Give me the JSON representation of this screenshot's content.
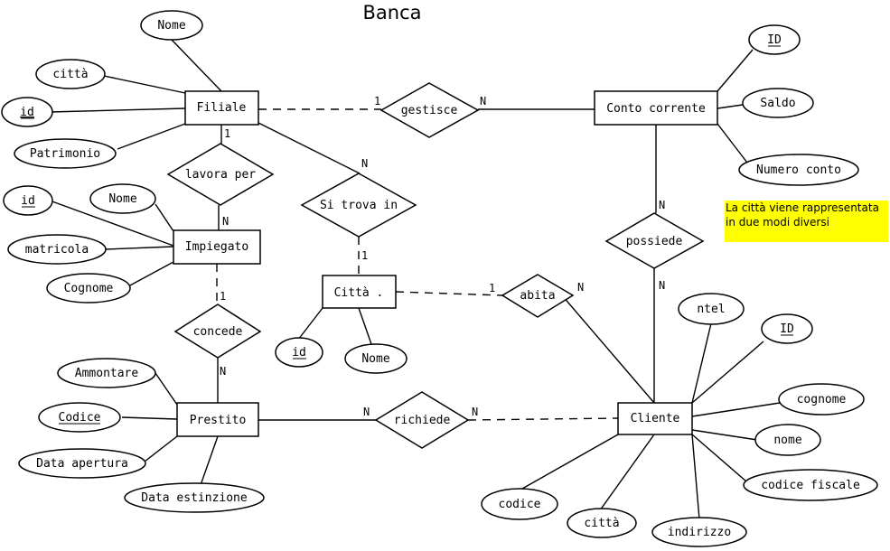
{
  "title": "Banca",
  "note": {
    "line1": "La città viene rappresentata",
    "line2": "in due modi diversi",
    "color": "#ffff00"
  },
  "entities": {
    "filiale": "Filiale",
    "conto": "Conto corrente",
    "impiegato": "Impiegato",
    "citta": "Città .",
    "prestito": "Prestito",
    "cliente": "Cliente"
  },
  "relationships": {
    "gestisce": "gestisce",
    "lavora_per": "lavora per",
    "si_trova_in": "Si trova in",
    "possiede": "possiede",
    "abita": "abita",
    "concede": "concede",
    "richiede": "richiede"
  },
  "attributes": {
    "filiale_nome": "Nome",
    "filiale_citta": "città",
    "filiale_id": "id",
    "filiale_patrimonio": "Patrimonio",
    "conto_id": "ID",
    "conto_saldo": "Saldo",
    "conto_numero": "Numero conto",
    "imp_id": "id",
    "imp_nome": "Nome",
    "imp_matricola": "matricola",
    "imp_cognome": "Cognome",
    "citta_id": "id",
    "citta_nome": "Nome",
    "pre_ammontare": "Ammontare",
    "pre_codice": "Codice",
    "pre_data_apertura": "Data apertura",
    "pre_data_estinzione": "Data estinzione",
    "cli_ntel": "ntel",
    "cli_id": "ID",
    "cli_cognome": "cognome",
    "cli_nome": "nome",
    "cli_cf": "codice fiscale",
    "cli_indirizzo": "indirizzo",
    "cli_citta": "città",
    "cli_codice": "codice"
  },
  "cardinalities": {
    "gestisce_filiale": "1",
    "gestisce_conto": "N",
    "lavora_filiale": "1",
    "lavora_impiegato": "N",
    "sitrova_filiale": "N",
    "sitrova_citta": "1",
    "possiede_conto": "N",
    "possiede_cliente": "N",
    "abita_citta": "1",
    "abita_cliente": "N",
    "concede_impiegato": "1",
    "concede_prestito": "N",
    "richiede_prestito": "N",
    "richiede_cliente": "N"
  }
}
